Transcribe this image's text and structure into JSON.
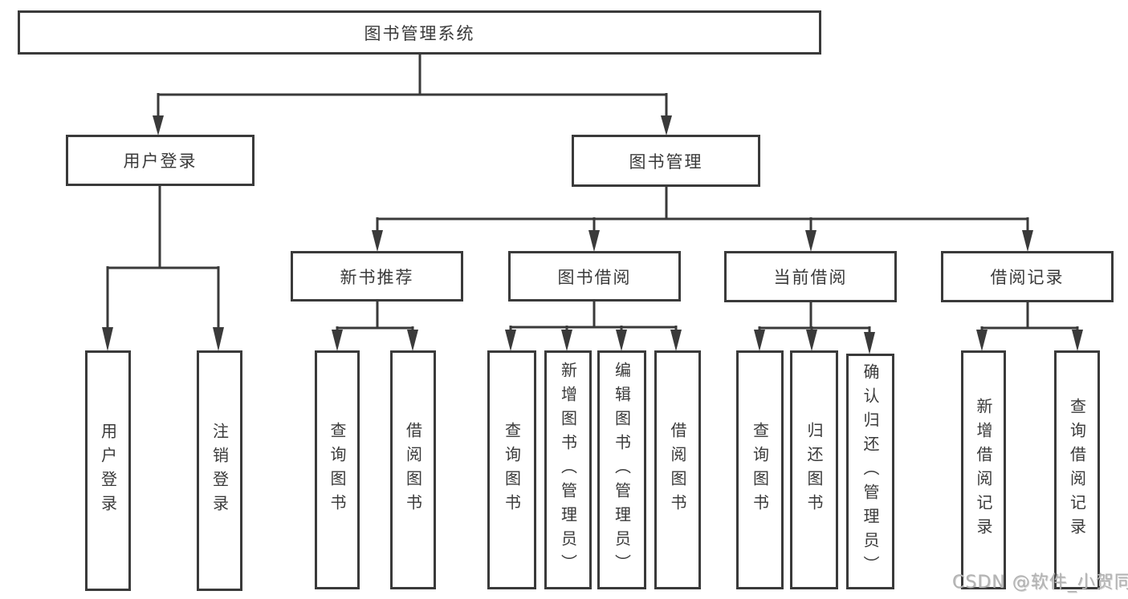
{
  "colors": {
    "background": "#ffffff",
    "line": "#3a3a3a",
    "box_border": "#3a3a3a",
    "text": "#3a3a3a",
    "watermark": "#b3b3b3"
  },
  "tree": {
    "root": {
      "label": "图书管理系统",
      "children": [
        {
          "label": "用户登录",
          "children": [
            {
              "label": "用户登录"
            },
            {
              "label": "注销登录"
            }
          ]
        },
        {
          "label": "图书管理",
          "children": [
            {
              "label": "新书推荐",
              "children": [
                {
                  "label": "查询图书"
                },
                {
                  "label": "借阅图书"
                }
              ]
            },
            {
              "label": "图书借阅",
              "children": [
                {
                  "label": "查询图书"
                },
                {
                  "label": "新增图书（管理员）"
                },
                {
                  "label": "编辑图书（管理员）"
                },
                {
                  "label": "借阅图书"
                }
              ]
            },
            {
              "label": "当前借阅",
              "children": [
                {
                  "label": "查询图书"
                },
                {
                  "label": "归还图书"
                },
                {
                  "label": "确认归还（管理员）"
                }
              ]
            },
            {
              "label": "借阅记录",
              "children": [
                {
                  "label": "新增借阅记录"
                },
                {
                  "label": "查询借阅记录"
                }
              ]
            }
          ]
        }
      ]
    }
  },
  "watermark": {
    "text": "CSDN @软件_小贺同学"
  }
}
